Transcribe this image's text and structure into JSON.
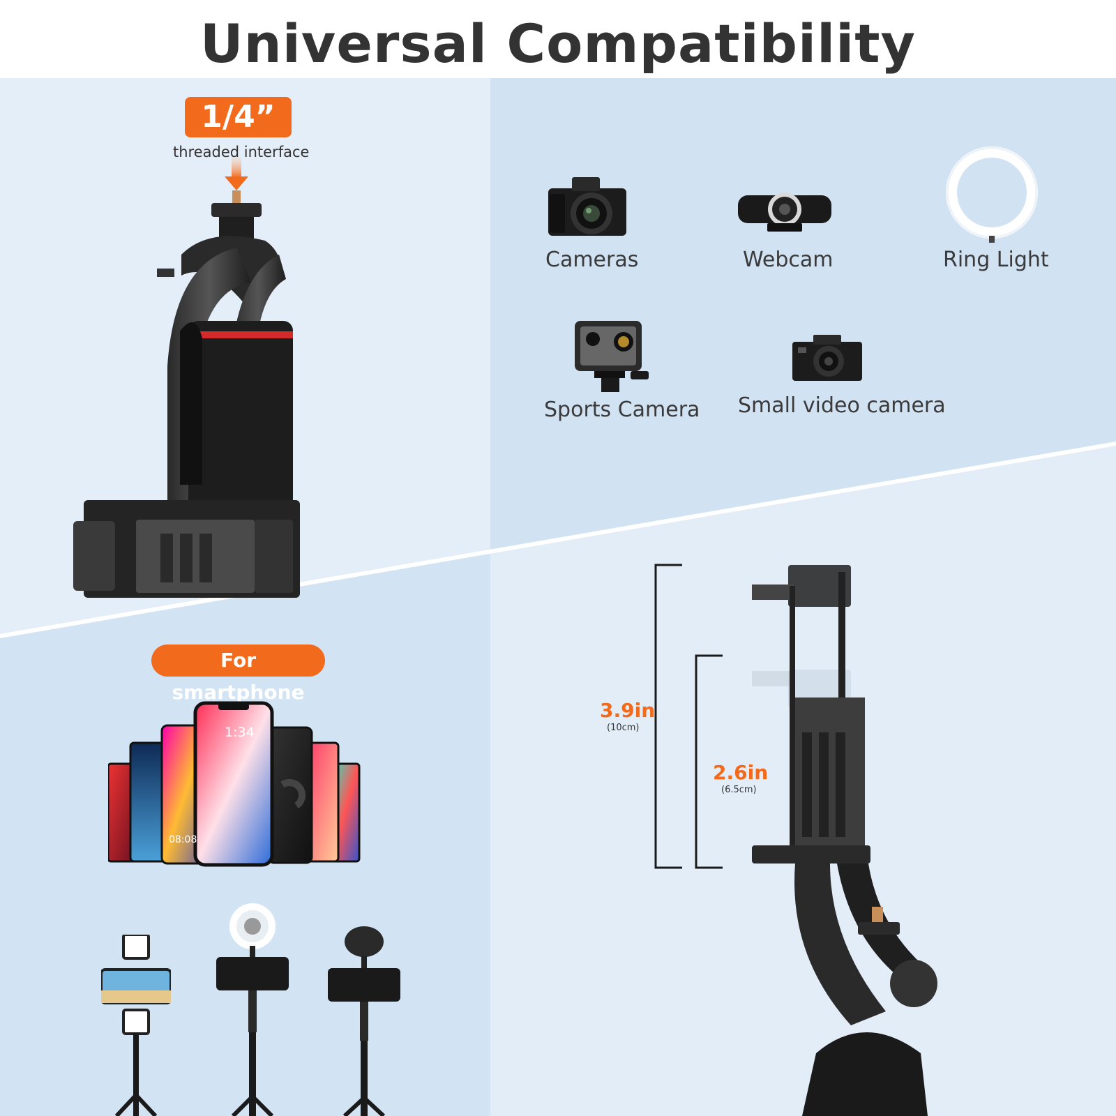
{
  "title": "Universal Compatibility",
  "thread_badge": {
    "value": "1/4”",
    "caption": "threaded interface"
  },
  "smartphone_badge": "For smartphone",
  "devices": [
    {
      "label": "Cameras",
      "icon": "dslr-camera-icon"
    },
    {
      "label": "Webcam",
      "icon": "webcam-icon"
    },
    {
      "label": "Ring Light",
      "icon": "ring-light-icon"
    },
    {
      "label": "Sports Camera",
      "icon": "action-camera-icon"
    },
    {
      "label": "Small video camera",
      "icon": "compact-camera-icon"
    }
  ],
  "phone_screen_times": [
    "1:34",
    "08:08"
  ],
  "dimensions": {
    "max": {
      "value": "3.9in",
      "sub": "(10cm)"
    },
    "min": {
      "value": "2.6in",
      "sub": "(6.5cm)"
    }
  },
  "colors": {
    "accent": "#f26a1b",
    "panel_light": "#e3eef9",
    "panel_dark": "#d3e3f3"
  }
}
